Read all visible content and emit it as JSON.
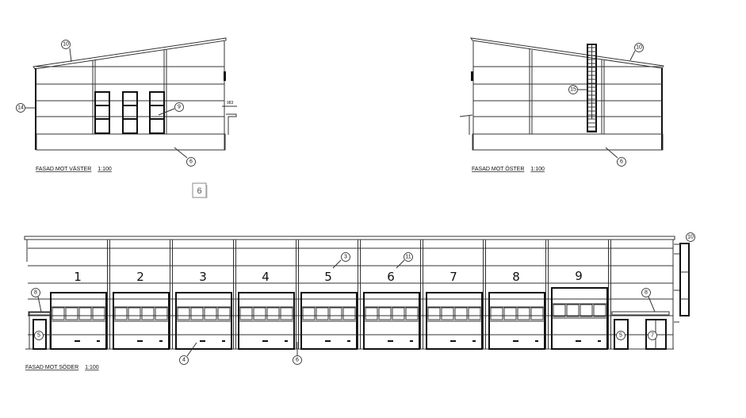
{
  "west": {
    "title": "FASAD MOT VÄSTER",
    "scale": "1:100",
    "dimension": "983",
    "callouts": [
      "10",
      "14",
      "9",
      "6"
    ]
  },
  "east": {
    "title": "FASAD MOT ÖSTER",
    "scale": "1:100",
    "callouts": [
      "10",
      "15",
      "6"
    ]
  },
  "page_marker": "6",
  "south": {
    "title": "FASAD MOT SÖDER",
    "scale": "1:100",
    "bays": [
      "1",
      "2",
      "3",
      "4",
      "5",
      "6",
      "7",
      "8",
      "9"
    ],
    "callouts": [
      "3",
      "11",
      "8",
      "5",
      "4",
      "6",
      "8",
      "5",
      "7",
      "10"
    ]
  }
}
